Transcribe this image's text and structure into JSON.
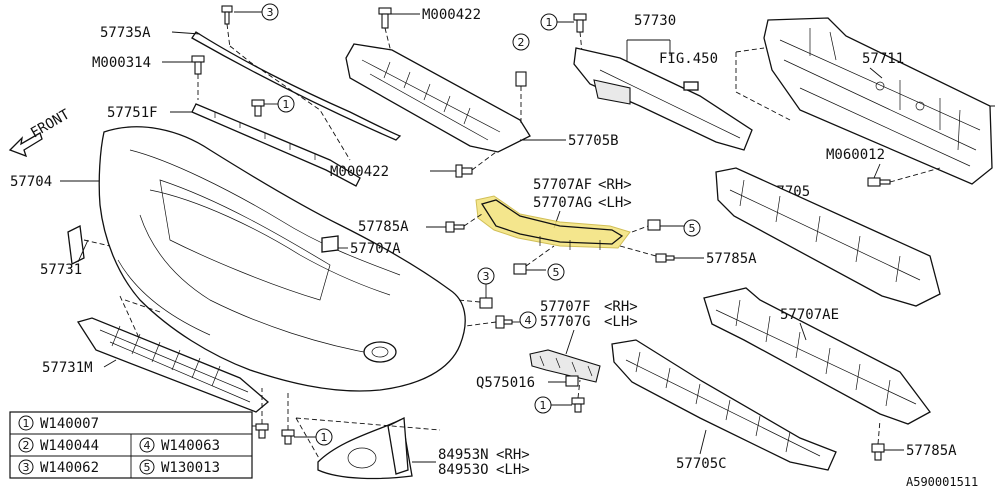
{
  "direction_label": "FRONT",
  "fig_ref": "FIG.450",
  "diagram_id": "A590001511",
  "parts": {
    "p57735A": "57735A",
    "m000314": "M000314",
    "p57751F": "57751F",
    "p57704": "57704",
    "p57731": "57731",
    "p57731M": "57731M",
    "m000422_top": "M000422",
    "m000422_mid": "M000422",
    "p57705B": "57705B",
    "p57730": "57730",
    "p57711": "57711",
    "m060012": "M060012",
    "p57705": "57705",
    "p57707AF": "57707AF",
    "p57707AF_side": "<RH>",
    "p57707AG": "57707AG",
    "p57707AG_side": "<LH>",
    "p57785A_left": "57785A",
    "p57785A_right": "57785A",
    "p57785A_bottom": "57785A",
    "p57707A": "57707A",
    "p57707F": "57707F",
    "p57707F_side": "<RH>",
    "p57707G": "57707G",
    "p57707G_side": "<LH>",
    "p57707AE": "57707AE",
    "q575016": "Q575016",
    "p57705C": "57705C",
    "p84953N": "84953N",
    "p84953N_side": "<RH>",
    "p84953O": "84953O",
    "p84953O_side": "<LH>"
  },
  "callouts": {
    "c1": "1",
    "c2": "2",
    "c3": "3",
    "c4": "4",
    "c5": "5"
  },
  "legend": [
    {
      "num": "1",
      "code": "W140007"
    },
    {
      "num": "2",
      "code": "W140044"
    },
    {
      "num": "3",
      "code": "W140062"
    },
    {
      "num": "4",
      "code": "W140063"
    },
    {
      "num": "5",
      "code": "W130013"
    }
  ],
  "colors": {
    "highlight": "#f3e27a",
    "line": "#111111",
    "background": "#ffffff"
  }
}
